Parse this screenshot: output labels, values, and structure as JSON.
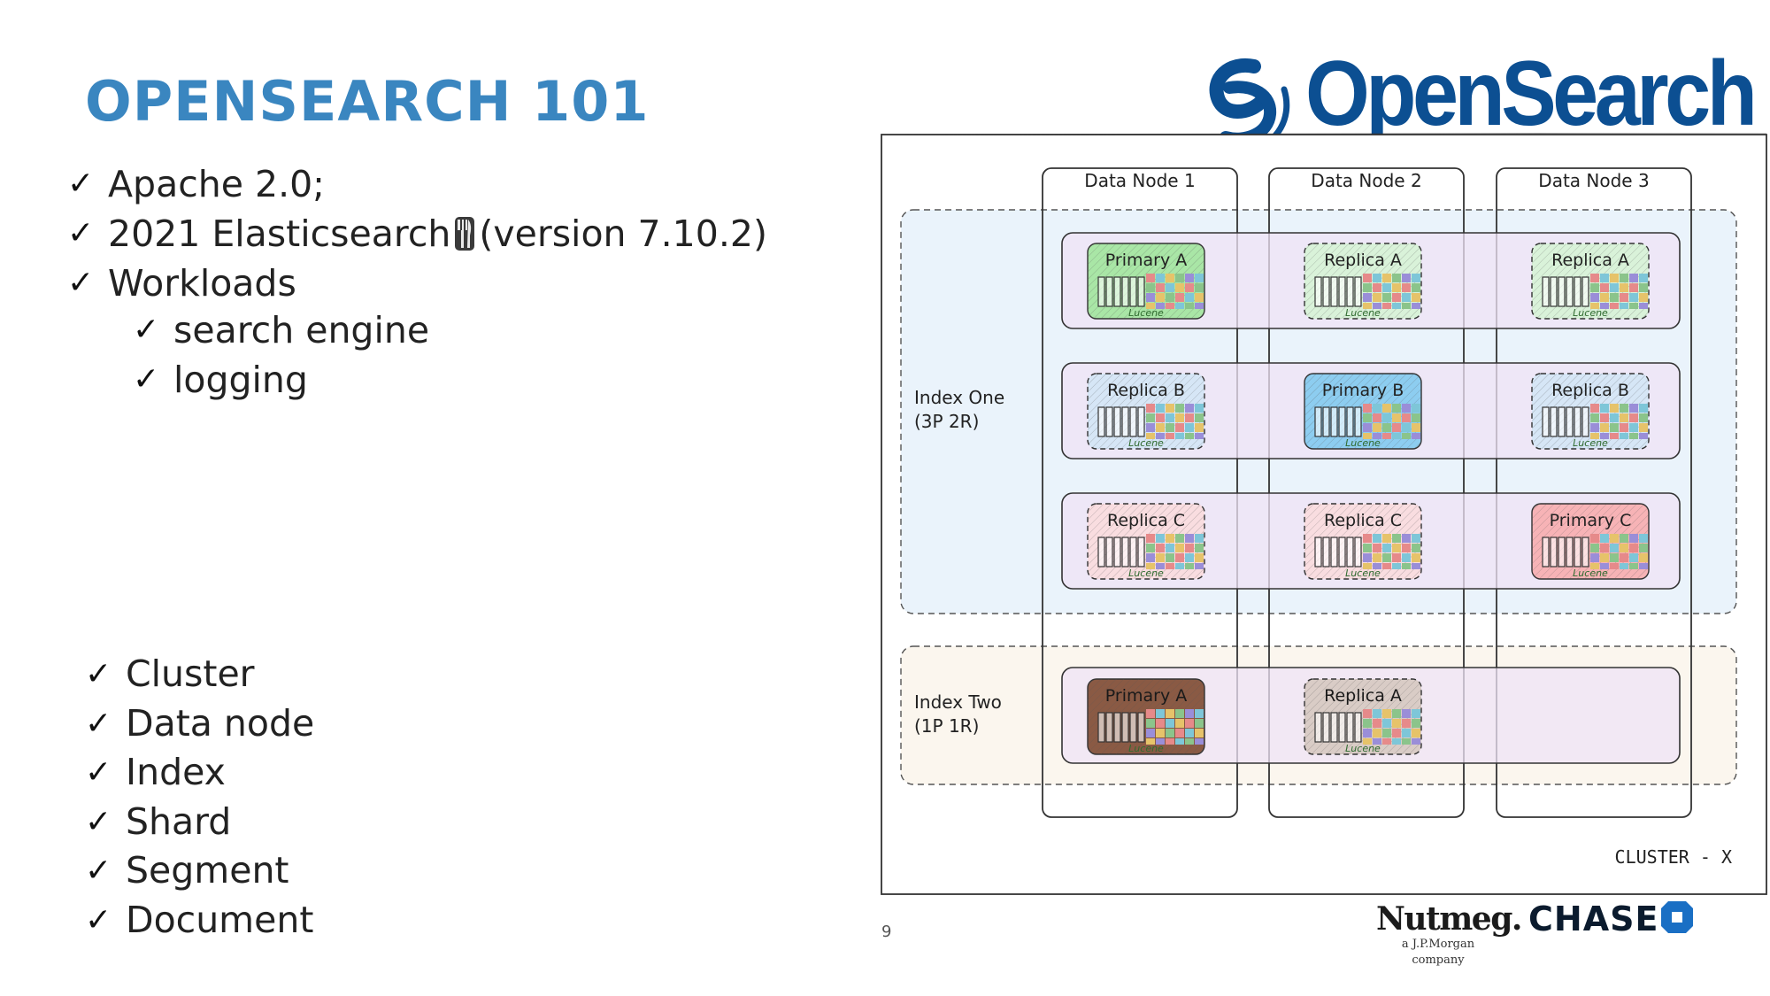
{
  "slide": {
    "title": "OPENSEARCH 101",
    "page_number": "9"
  },
  "facts": [
    "Apache 2.0;",
    "2021 Elasticsearch",
    "(version 7.10.2)",
    "Workloads"
  ],
  "fork_icon": "fork-knife-icon",
  "workloads": [
    "search engine",
    "logging"
  ],
  "concepts": [
    "Cluster",
    "Data node",
    "Index",
    "Shard",
    "Segment",
    "Document"
  ],
  "logos": {
    "opensearch": "OpenSearch",
    "nutmeg": "Nutmeg.",
    "nutmeg_sub": "a J.P.Morgan company",
    "chase": "CHASE"
  },
  "diagram": {
    "nodes": [
      "Data Node 1",
      "Data Node 2",
      "Data Node 3"
    ],
    "index_one": {
      "name": "Index One",
      "config": "(3P 2R)",
      "rows": [
        [
          "Primary A",
          "Replica A",
          "Replica A"
        ],
        [
          "Replica B",
          "Primary B",
          "Replica B"
        ],
        [
          "Replica C",
          "Replica C",
          "Primary C"
        ]
      ]
    },
    "index_two": {
      "name": "Index Two",
      "config": "(1P 1R)",
      "rows": [
        [
          "Primary A",
          "Replica A"
        ]
      ]
    },
    "segment_label": "Lucene",
    "cluster_label": "CLUSTER - X",
    "colors": {
      "index_one_bg": "#eaf3fb",
      "index_two_bg": "#fbf6ee",
      "shard_row_bg": "#efe3f6",
      "primary_a": "#a9e6a6",
      "replica_a": "#d9f2d9",
      "primary_b": "#8dcdf0",
      "replica_b": "#d6e6f6",
      "primary_c": "#f7b3b6",
      "replica_c": "#f9dde0",
      "primary_a_two": "#8a5a44",
      "replica_a_two": "#d9ccc6"
    }
  }
}
